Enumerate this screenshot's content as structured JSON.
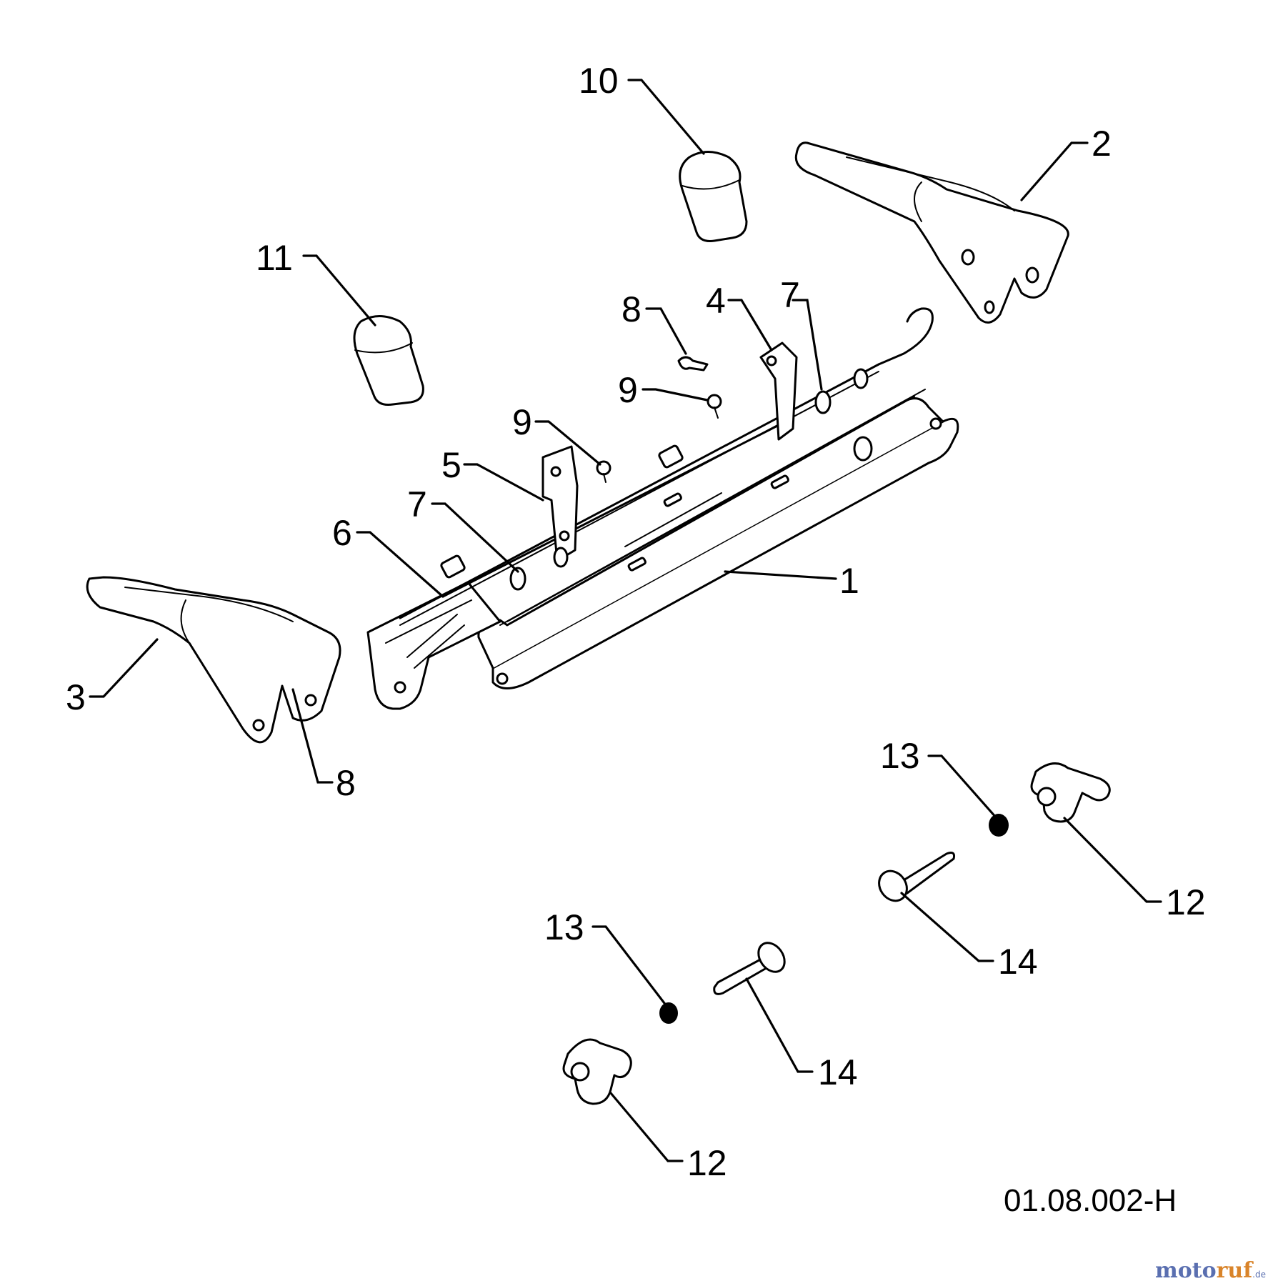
{
  "diagram": {
    "drawing_code": "01.08.002-H",
    "callouts": [
      {
        "id": "c-1",
        "label": "1"
      },
      {
        "id": "c-2",
        "label": "2"
      },
      {
        "id": "c-3",
        "label": "3"
      },
      {
        "id": "c-4",
        "label": "4"
      },
      {
        "id": "c-5",
        "label": "5"
      },
      {
        "id": "c-6",
        "label": "6"
      },
      {
        "id": "c-7a",
        "label": "7"
      },
      {
        "id": "c-7b",
        "label": "7"
      },
      {
        "id": "c-8a",
        "label": "8"
      },
      {
        "id": "c-8b",
        "label": "8"
      },
      {
        "id": "c-9a",
        "label": "9"
      },
      {
        "id": "c-9b",
        "label": "9"
      },
      {
        "id": "c-10",
        "label": "10"
      },
      {
        "id": "c-11",
        "label": "11"
      },
      {
        "id": "c-12a",
        "label": "12"
      },
      {
        "id": "c-12b",
        "label": "12"
      },
      {
        "id": "c-13a",
        "label": "13"
      },
      {
        "id": "c-13b",
        "label": "13"
      },
      {
        "id": "c-14a",
        "label": "14"
      },
      {
        "id": "c-14b",
        "label": "14"
      }
    ]
  },
  "watermark": {
    "part1": "moto",
    "part2": "ruf",
    "suffix": ".de"
  }
}
